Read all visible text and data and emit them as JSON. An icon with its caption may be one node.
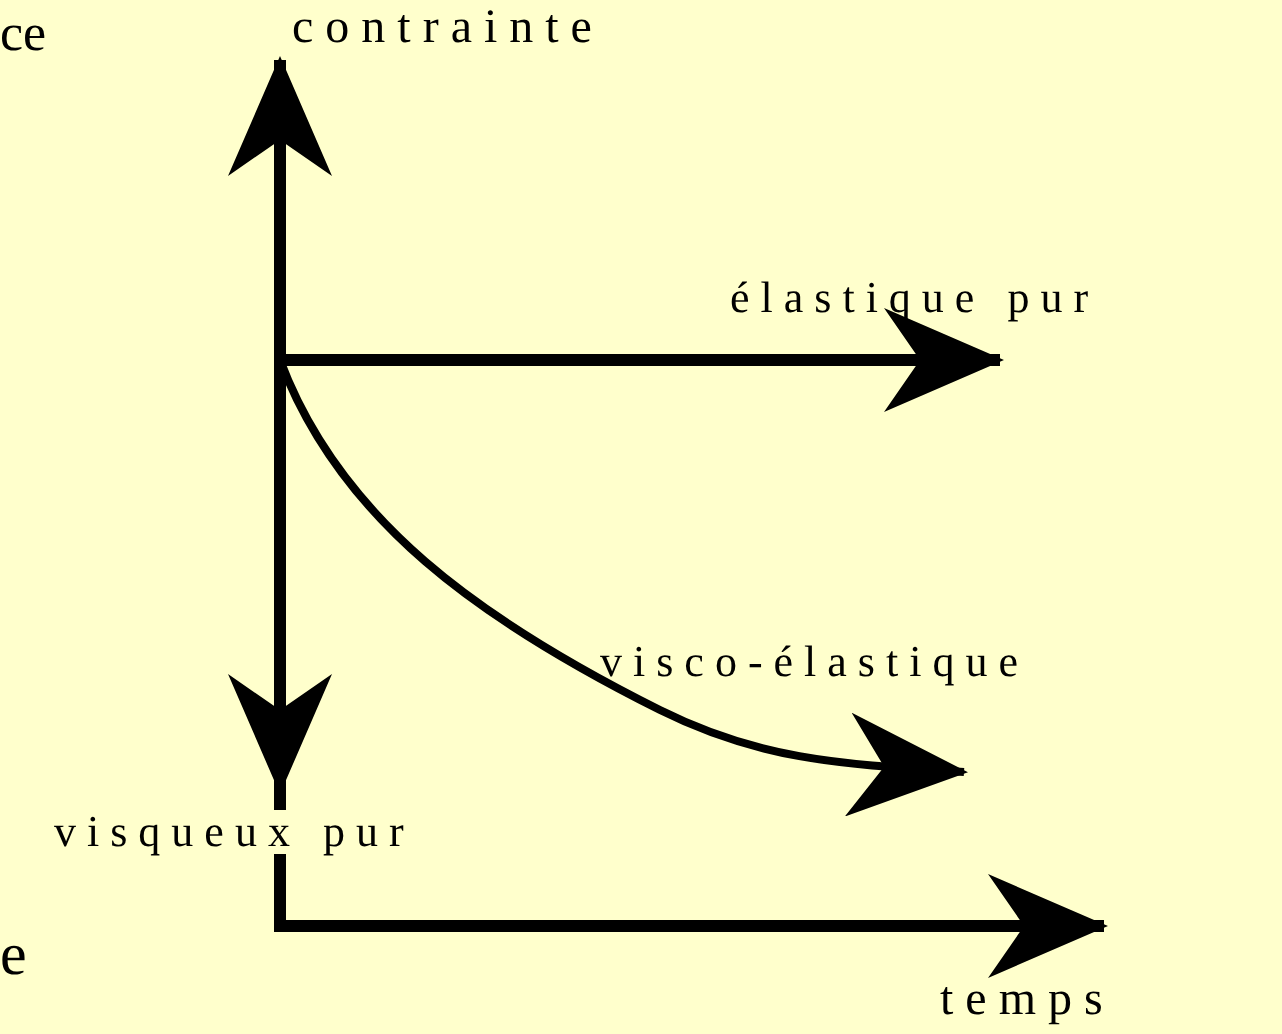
{
  "diagram": {
    "labels": [
      "ce",
      "contrainte",
      "élastique pur",
      "visco-élastique",
      "visqueux pur",
      "e",
      "temps"
    ]
  }
}
